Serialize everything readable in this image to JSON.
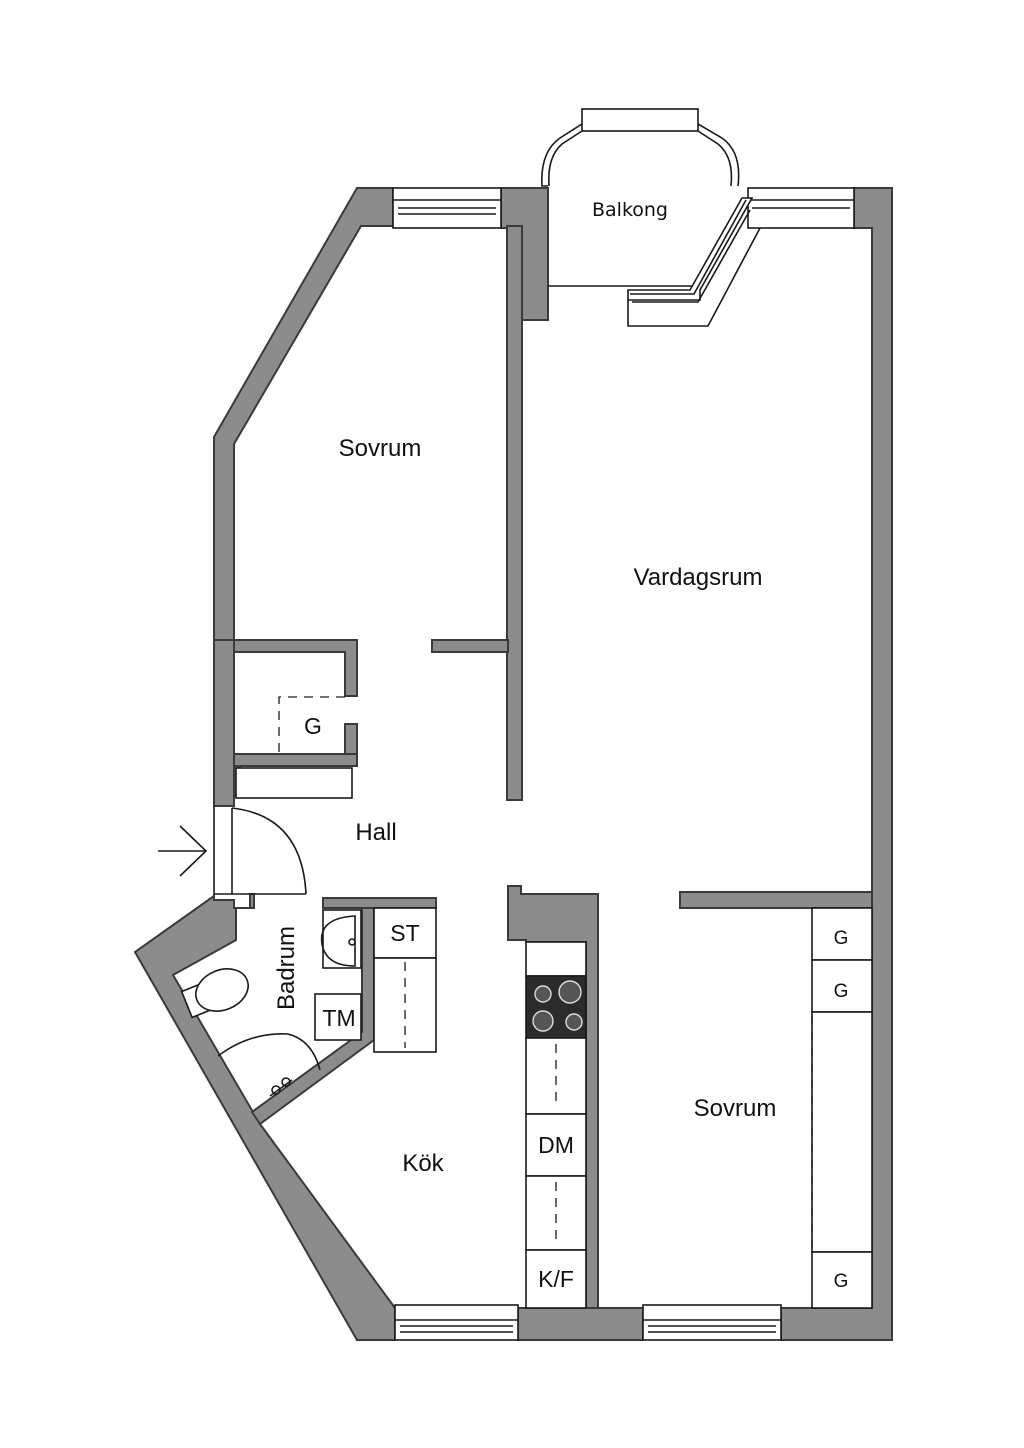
{
  "rooms": {
    "balkong": "Balkong",
    "sovrum_top": "Sovrum",
    "vardagsrum": "Vardagsrum",
    "hall": "Hall",
    "badrum": "Badrum",
    "kok": "Kök",
    "sovrum_bottom": "Sovrum"
  },
  "fixtures": {
    "closet_hall": "G",
    "storage": "ST",
    "dryer": "TM",
    "dishwasher": "DM",
    "fridge_freezer": "K/F",
    "closet_1": "G",
    "closet_2": "G",
    "closet_3": "G"
  },
  "colors": {
    "wall": "#8c8c8c",
    "stove": "#2b2b2b"
  }
}
